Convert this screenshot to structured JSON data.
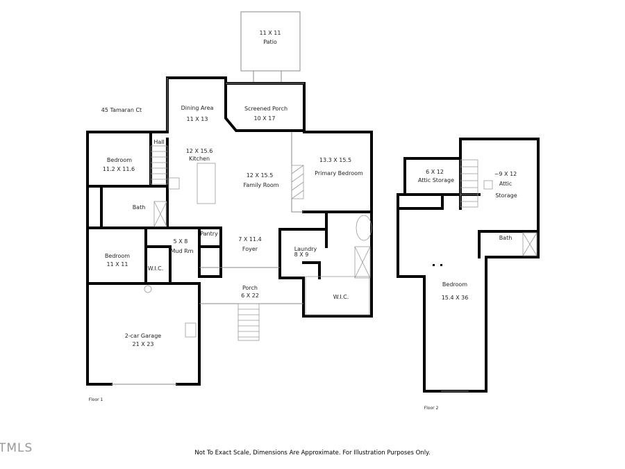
{
  "address": "45 Tamaran Ct",
  "floor1": {
    "label": "Floor 1",
    "rooms": [
      {
        "name": "Patio",
        "dims": "11 X 11"
      },
      {
        "name": "Dining Area",
        "dims": "11 X 13"
      },
      {
        "name": "Screened Porch",
        "dims": "10 X 17"
      },
      {
        "name": "Hall"
      },
      {
        "name": "Bedroom",
        "dims": "11.2 X 11.6"
      },
      {
        "name": "Kitchen",
        "dims": "12 X 15.6"
      },
      {
        "name": "Family Room",
        "dims": "12 X 15.5"
      },
      {
        "name": "Primary Bedroom",
        "dims": "13.3 X 15.5"
      },
      {
        "name": "Bath"
      },
      {
        "name": "Pantry"
      },
      {
        "name": "Mud Rm",
        "dims": "5 X 8"
      },
      {
        "name": "Foyer",
        "dims": "7 X 11.4"
      },
      {
        "name": "Laundry",
        "dims": "8 X 9"
      },
      {
        "name": "Bedroom",
        "dims": "11 X 11"
      },
      {
        "name": "W.I.C."
      },
      {
        "name": "Porch",
        "dims": "6 X 22"
      },
      {
        "name": "W.I.C."
      },
      {
        "name": "2-car Garage",
        "dims": "21 X 23"
      }
    ]
  },
  "floor2": {
    "label": "Floor 2",
    "rooms": [
      {
        "name": "Attic Storage",
        "dims": "6 X 12"
      },
      {
        "name": "Attic",
        "dims": "~9 X 12",
        "name2": "Storage"
      },
      {
        "name": "Bath"
      },
      {
        "name": "Bedroom",
        "dims": "15.4 X 36"
      }
    ]
  },
  "disclaimer": "Not To Exact Scale, Dimensions Are Approximate. For Illustration Purposes Only.",
  "logo": "TMLS"
}
